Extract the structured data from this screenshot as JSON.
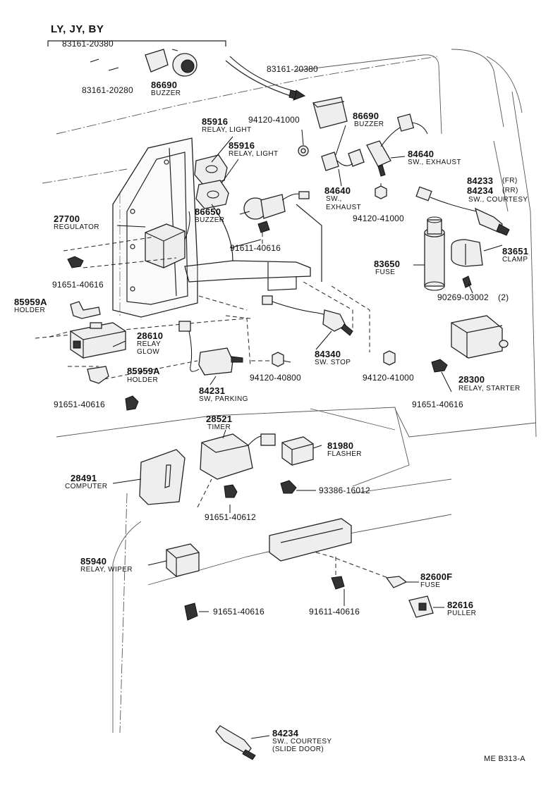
{
  "header": {
    "models": "LY, JY, BY"
  },
  "footer": {
    "ref": "ME  B313-A"
  },
  "labels": [
    {
      "id": "h-l1",
      "text": "83161-20380"
    },
    {
      "id": "h-l2",
      "text": "83161-20280"
    },
    {
      "id": "h-l3",
      "text": "86690"
    },
    {
      "id": "h-l4",
      "text": "BUZZER"
    },
    {
      "id": "a1",
      "text": "83161-20380"
    },
    {
      "id": "a2",
      "text": "86690"
    },
    {
      "id": "a3",
      "text": "BUZZER"
    },
    {
      "id": "a4",
      "text": "94120-41000"
    },
    {
      "id": "b1",
      "text": "85916"
    },
    {
      "id": "b2",
      "text": "RELAY, LIGHT"
    },
    {
      "id": "b3",
      "text": "85916"
    },
    {
      "id": "b4",
      "text": "RELAY, LIGHT"
    },
    {
      "id": "c1",
      "text": "84640"
    },
    {
      "id": "c2",
      "text": "SW., EXHAUST"
    },
    {
      "id": "c3",
      "text": "84640"
    },
    {
      "id": "c4",
      "text": "SW.,"
    },
    {
      "id": "c5",
      "text": "EXHAUST"
    },
    {
      "id": "c6",
      "text": "94120-41000"
    },
    {
      "id": "d1",
      "text": "84233"
    },
    {
      "id": "d1s",
      "text": "(FR)"
    },
    {
      "id": "d2",
      "text": "84234"
    },
    {
      "id": "d2s",
      "text": "(RR)"
    },
    {
      "id": "d3",
      "text": "SW., COURTESY"
    },
    {
      "id": "e1",
      "text": "27700"
    },
    {
      "id": "e2",
      "text": "REGULATOR"
    },
    {
      "id": "e3",
      "text": "86650"
    },
    {
      "id": "e4",
      "text": "BUZZER"
    },
    {
      "id": "e5",
      "text": "91611-40616"
    },
    {
      "id": "f1",
      "text": "83650"
    },
    {
      "id": "f2",
      "text": "FUSE"
    },
    {
      "id": "f3",
      "text": "83651"
    },
    {
      "id": "f4",
      "text": "CLAMP"
    },
    {
      "id": "f5",
      "text": "90269-03002"
    },
    {
      "id": "f6",
      "text": "(2)"
    },
    {
      "id": "g1",
      "text": "91651-40616"
    },
    {
      "id": "g2",
      "text": "85959A"
    },
    {
      "id": "g3",
      "text": "HOLDER"
    },
    {
      "id": "g4",
      "text": "28610"
    },
    {
      "id": "g5",
      "text": "RELAY"
    },
    {
      "id": "g6",
      "text": "GLOW"
    },
    {
      "id": "g7",
      "text": "85959A"
    },
    {
      "id": "g8",
      "text": "HOLDER"
    },
    {
      "id": "g9",
      "text": "91651-40616"
    },
    {
      "id": "i1",
      "text": "84340"
    },
    {
      "id": "i2",
      "text": "SW. STOP"
    },
    {
      "id": "i3",
      "text": "94120-41000"
    },
    {
      "id": "i4",
      "text": "94120-40800"
    },
    {
      "id": "i5",
      "text": "84231"
    },
    {
      "id": "i6",
      "text": "SW, PARKING"
    },
    {
      "id": "j1",
      "text": "28300"
    },
    {
      "id": "j2",
      "text": "RELAY, STARTER"
    },
    {
      "id": "j3",
      "text": "91651-40616"
    },
    {
      "id": "k1",
      "text": "28521"
    },
    {
      "id": "k2",
      "text": "TIMER"
    },
    {
      "id": "k3",
      "text": "81980"
    },
    {
      "id": "k4",
      "text": "FLASHER"
    },
    {
      "id": "k5",
      "text": "28491"
    },
    {
      "id": "k6",
      "text": "COMPUTER"
    },
    {
      "id": "k7",
      "text": "93386-16012"
    },
    {
      "id": "k8",
      "text": "91651-40612"
    },
    {
      "id": "m1",
      "text": "85940"
    },
    {
      "id": "m2",
      "text": "RELAY, WIPER"
    },
    {
      "id": "m3",
      "text": "82600F"
    },
    {
      "id": "m4",
      "text": "FUSE"
    },
    {
      "id": "m5",
      "text": "82616"
    },
    {
      "id": "m6",
      "text": "PULLER"
    },
    {
      "id": "m7",
      "text": "91651-40616"
    },
    {
      "id": "m8",
      "text": "91611-40616"
    },
    {
      "id": "n1",
      "text": "84234"
    },
    {
      "id": "n2",
      "text": "SW., COURTESY"
    },
    {
      "id": "n3",
      "text": "(SLIDE DOOR)"
    }
  ]
}
